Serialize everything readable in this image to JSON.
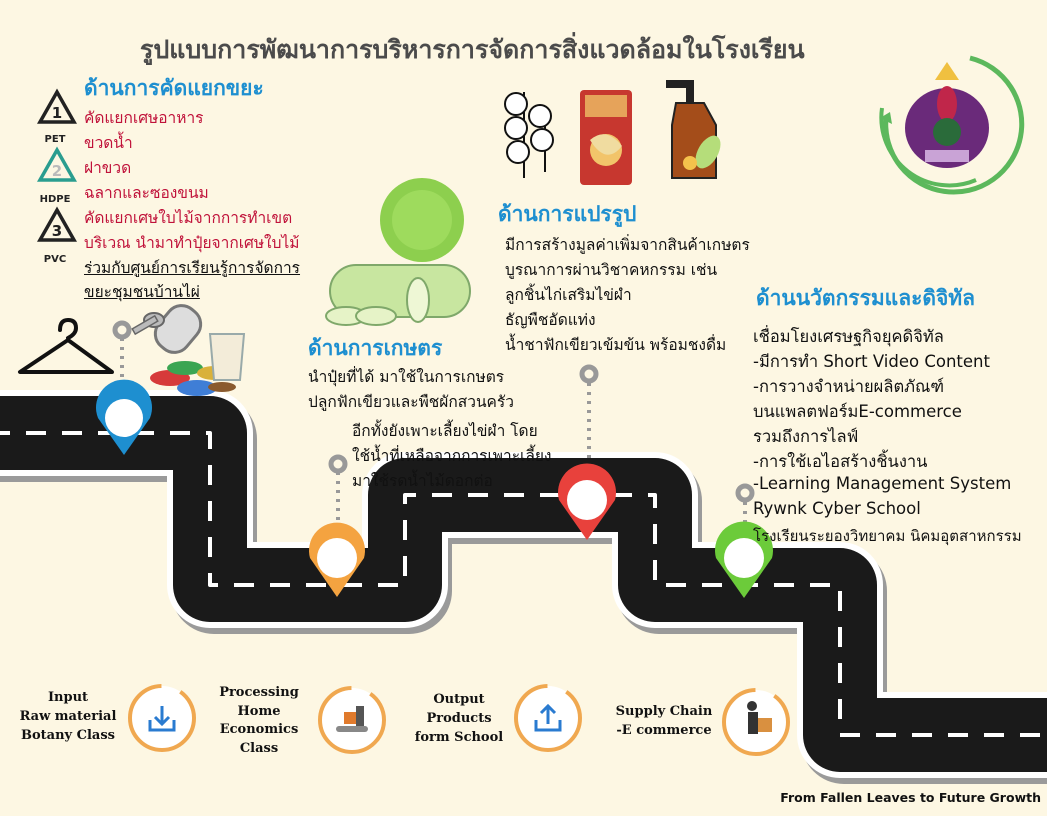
{
  "title": "รูปแบบการพัฒนาการบริหารการจัดการสิ่งแวดล้อมในโรงเรียน",
  "sorting": {
    "heading": "ด้านการคัดแยกขยะ",
    "lines": [
      "คัดแยกเศษอาหาร",
      "ขวดน้ำ",
      "ฝาขวด",
      "ฉลากและซองขนม",
      "คัดแยกเศษใบไม้จากการทำเขต",
      "บริเวณ นำมาทำปุ๋ยจากเศษใบไม้",
      "ร่วมกับศูนย์การเรียนรู้การจัดการ",
      "ขยะชุมชนบ้านไผ่"
    ],
    "recycle_codes": [
      {
        "num": "1",
        "label": "PET",
        "color": "#222222"
      },
      {
        "num": "2",
        "label": "HDPE",
        "color": "#2a9d8f"
      },
      {
        "num": "3",
        "label": "PVC",
        "color": "#222222"
      }
    ]
  },
  "agriculture": {
    "heading": "ด้านการเกษตร",
    "lines": [
      "นำปุ๋ยที่ได้ มาใช้ในการเกษตร",
      "ปลูกฟักเขียวและพืชผักสวนครัว"
    ],
    "extra": [
      "อีกทั้งยังเพาะเลี้ยงไข่ผำ โดย",
      "ใช้น้ำที่เหลือจากการเพาะเลี้ยง",
      "มาใช้รดน้ำไม้ดอกต่อ"
    ]
  },
  "processing": {
    "heading": "ด้านการแปรรูป",
    "lines": [
      "มีการสร้างมูลค่าเพิ่มจากสินค้าเกษตร",
      "บูรณาการผ่านวิชาคหกรรม เช่น",
      "ลูกชิ้นไก่เสริมไข่ผำ",
      "ธัญพืชอัดแท่ง",
      "น้ำชาฟักเขียวเข้มข้น พร้อมชงดื่ม"
    ]
  },
  "digital": {
    "heading": "ด้านนวัตกรรมและดิจิทัล",
    "lines": [
      "เชื่อมโยงเศรษฐกิจยุคดิจิทัล",
      "-มีการทำ Short Video Content",
      "-การวางจำหน่ายผลิตภัณฑ์",
      "บนแพลตฟอร์มE-commerce",
      "รวมถึงการไลฟ์",
      "-การใช้เอไอสร้างชิ้นงาน",
      "-Learning Management System",
      "Rywnk Cyber School",
      "โรงเรียนระยองวิทยาคม นิคมอุตสาหกรรม"
    ]
  },
  "stages": [
    {
      "lines": [
        "Input",
        "Raw material",
        "Botany Class"
      ]
    },
    {
      "lines": [
        "Processing",
        "Home",
        "Economics",
        "Class"
      ]
    },
    {
      "lines": [
        "Output",
        "Products",
        "form School"
      ]
    },
    {
      "lines": [
        "Supply Chain",
        "-E commerce"
      ]
    }
  ],
  "footer": "From Fallen Leaves to Future Growth",
  "colors": {
    "heading": "#1e8fd0",
    "red_text": "#c0123a",
    "road": "#1a1a1a",
    "pin_blue": "#1e8fd0",
    "pin_orange": "#f4a340",
    "pin_red": "#e8413c",
    "pin_green": "#6ccb3a",
    "stage_ring": "#f0a850"
  }
}
